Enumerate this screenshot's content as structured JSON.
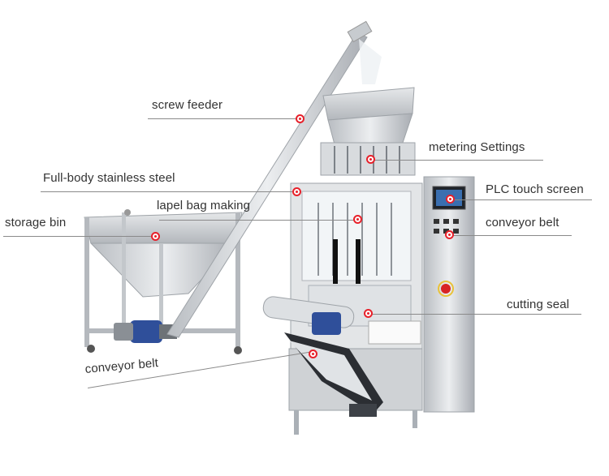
{
  "colors": {
    "callout_marker": "#e8202a",
    "leader_line": "#8a8a8a",
    "label_text": "#333333",
    "steel": "#c9ccd0",
    "motor_blue": "#2f4f9a"
  },
  "callouts": {
    "screw_feeder": "screw feeder",
    "metering_settings": "metering Settings",
    "stainless_steel": "Full-body stainless steel",
    "plc_touch_screen": "PLC touch screen",
    "lapel_bag_making": "lapel bag making",
    "storage_bin": "storage bin",
    "conveyor_belt_right": "conveyor belt",
    "cutting_seal": "cutting seal",
    "conveyor_belt_left": "conveyor belt"
  }
}
